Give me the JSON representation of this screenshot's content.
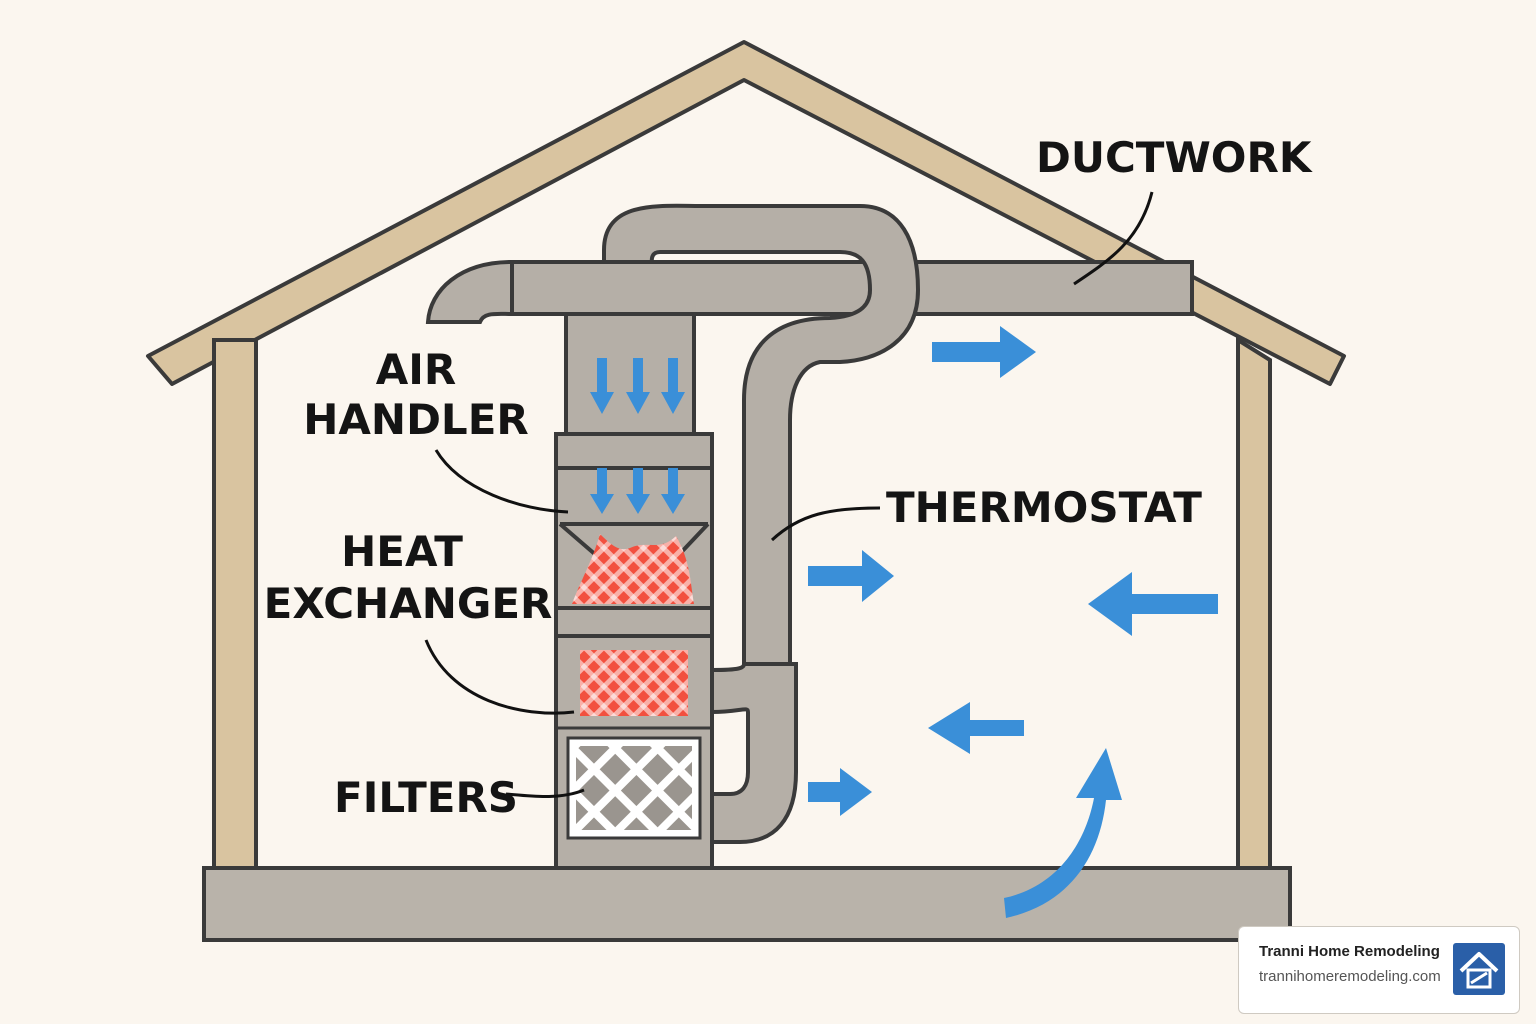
{
  "labels": {
    "ductwork": "DUCTWORK",
    "air_handler_line1": "AIR",
    "air_handler_line2": "HANDLER",
    "heat_exchanger_line1": "HEAT",
    "heat_exchanger_line2": "EXCHANGER",
    "thermostat": "THERMOSTAT",
    "filters": "FILTERS"
  },
  "badge": {
    "name": "Tranni Home Remodeling",
    "url": "trannihomeremodeling.com"
  },
  "colors": {
    "background": "#fbf6ef",
    "wall": "#d9c4a0",
    "duct": "#b5afa7",
    "outline": "#3a3a3a",
    "airflow_arrow": "#3a8fd8",
    "heat": "#f04a3a",
    "brand": "#2a5fa8"
  }
}
